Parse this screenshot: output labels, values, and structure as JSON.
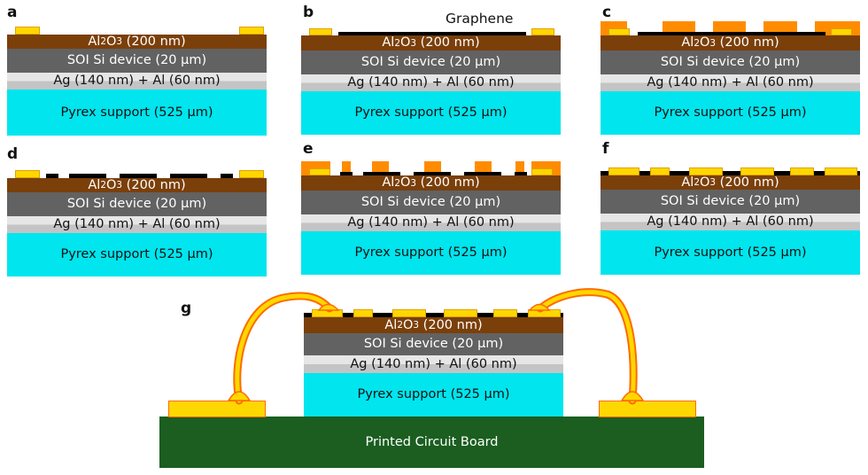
{
  "layers": {
    "al2o3_a": "Al",
    "al2o3_b": "2",
    "al2o3_c": "O",
    "al2o3_d": "3",
    "al2o3_e": " (200 nm)",
    "soi": "SOI Si device (20 µm)",
    "agal": "Ag (140 nm) + Al (60 nm)",
    "pyrex": "Pyrex support (525 µm)"
  },
  "panels": {
    "a": "a",
    "b": "b",
    "c": "c",
    "d": "d",
    "e": "e",
    "f": "f",
    "g": "g"
  },
  "graphene_label": "Graphene",
  "pcb_label": "Printed Circuit Board",
  "colors": {
    "al2o3": "#7b3f0a",
    "soi": "#626262",
    "pyrex": "#00e5ee",
    "pad": "#ffd700",
    "resist": "#ff8c00",
    "pcb": "#1b5e20",
    "wire": "#ffd700"
  }
}
